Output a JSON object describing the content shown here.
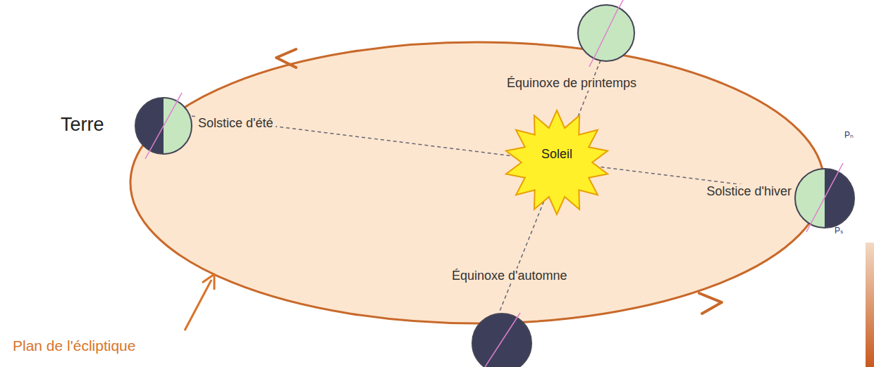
{
  "diagram": {
    "nodes": [
      {
        "text": [
          "Soleil"
        ]
      }
    ],
    "labels": [
      "Terre",
      "Solstice d'été",
      "Équinoxe de printemps",
      "Solstice d'hiver",
      "Pₙ",
      "Pₛ",
      "Équinoxe d'automne",
      "Plan de l'écliptique"
    ]
  }
}
